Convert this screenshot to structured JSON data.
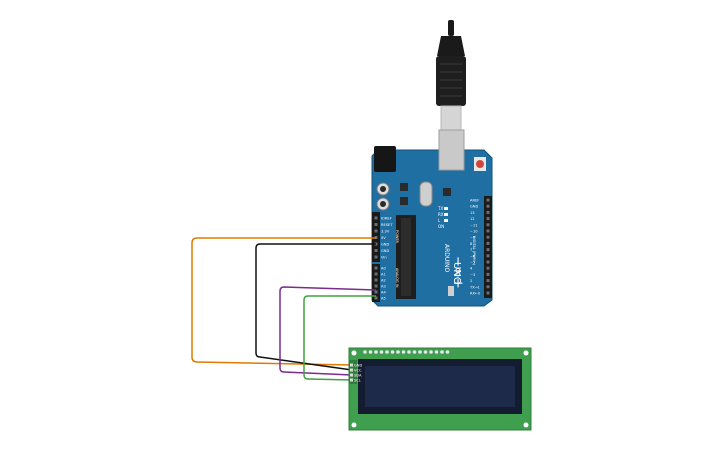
{
  "board": {
    "model": "UNO",
    "brand": "ARDUINO",
    "logo_symbol": "−∞+",
    "power_header_labels": [
      "IOREF",
      "RESET",
      "3.3V",
      "5V",
      "GND",
      "GND",
      "Vin"
    ],
    "analog_header_labels": [
      "A0",
      "A1",
      "A2",
      "A3",
      "A4",
      "A5"
    ],
    "power_section_label": "POWER",
    "analog_section_label": "ANALOG IN",
    "digital_header_labels": [
      "AREF",
      "GND",
      "13",
      "12",
      "~11",
      "~10",
      "~9",
      "8",
      "7",
      "~6",
      "~5",
      "4",
      "~3",
      "2",
      "TX→1",
      "RX←0"
    ],
    "digital_section_label": "DIGITAL (PWM~)",
    "component_labels": [
      "TX",
      "RX",
      "L",
      "ON"
    ]
  },
  "lcd": {
    "pin_labels": [
      "GND",
      "VCC",
      "SDA",
      "SCL"
    ],
    "header_pin_count": 16
  },
  "wires": [
    {
      "id": "gnd-wire",
      "color": "#E07B00"
    },
    {
      "id": "vcc-wire",
      "color": "#111111"
    },
    {
      "id": "sda-wire",
      "color": "#7A2B8F"
    },
    {
      "id": "scl-wire",
      "color": "#3FA33F"
    }
  ],
  "colors": {
    "board_blue": "#1F6FA3",
    "lcd_pcb_green": "#3F9F4E",
    "lcd_screen": "#1D2A4A",
    "usb_black": "#1A1A1A"
  }
}
